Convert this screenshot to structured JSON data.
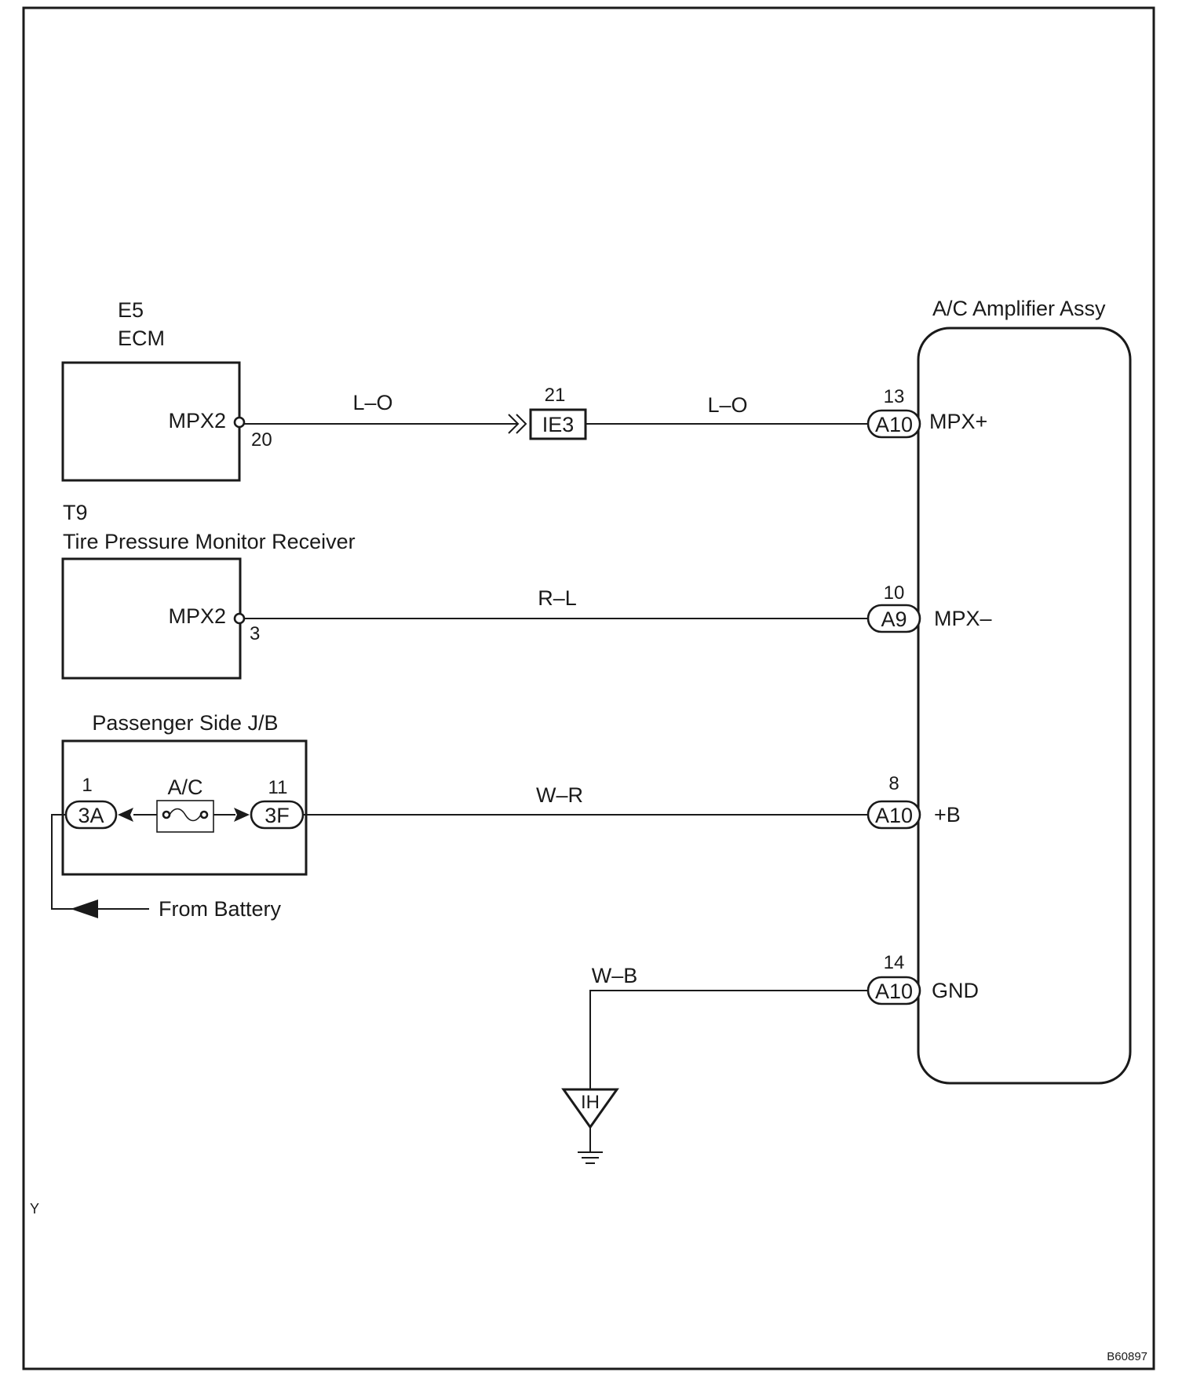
{
  "ecm": {
    "ref": "E5",
    "name": "ECM",
    "terminal": "MPX2",
    "pin": "20"
  },
  "tpms": {
    "ref": "T9",
    "name": "Tire Pressure Monitor Receiver",
    "terminal": "MPX2",
    "pin": "3"
  },
  "junction_block": {
    "name": "Passenger Side J/B",
    "fuse": "A/C",
    "left_connector": "3A",
    "left_pin": "1",
    "right_connector": "3F",
    "right_pin": "11",
    "from_battery": "From Battery"
  },
  "ie3": {
    "connector": "IE3",
    "pin": "21"
  },
  "wires": {
    "lo_left": "L–O",
    "lo_right": "L–O",
    "rl": "R–L",
    "wr": "W–R",
    "wb": "W–B"
  },
  "amplifier": {
    "name": "A/C Amplifier Assy",
    "terminals": [
      {
        "pin": "13",
        "connector": "A10",
        "label": "MPX+"
      },
      {
        "pin": "10",
        "connector": "A9",
        "label": "MPX–"
      },
      {
        "pin": "8",
        "connector": "A10",
        "label": "+B"
      },
      {
        "pin": "14",
        "connector": "A10",
        "label": "GND"
      }
    ]
  },
  "ground": {
    "label": "IH"
  },
  "corner_mark": "Y",
  "figure_code": "B60897"
}
